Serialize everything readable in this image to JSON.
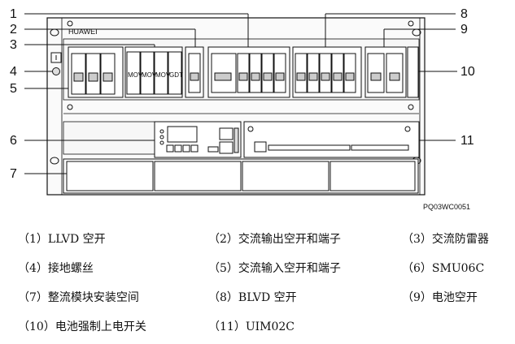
{
  "callouts": {
    "c1": "1",
    "c2": "2",
    "c3": "3",
    "c4": "4",
    "c5": "5",
    "c6": "6",
    "c7": "7",
    "c8": "8",
    "c9": "9",
    "c10": "10",
    "c11": "11"
  },
  "device": {
    "brand": "HUAWEI",
    "mov_labels": [
      "MOV",
      "MOV",
      "MOV",
      "GDT"
    ],
    "code": "PQ03WC0051"
  },
  "legend": {
    "rows": [
      [
        "（1）LLVD 空开",
        "（2）交流输出空开和端子",
        "（3）交流防雷器"
      ],
      [
        "（4）接地螺丝",
        "（5）交流输入空开和端子",
        "（6）SMU06C"
      ],
      [
        "（7）整流模块安装空间",
        "（8）BLVD 空开",
        "（9）电池空开"
      ],
      [
        "（10）电池强制上电开关",
        "（11）UIM02C"
      ]
    ]
  },
  "colors": {
    "line": "#111111",
    "panel": "#f4f4f4",
    "fill": "#e6e6e6"
  }
}
